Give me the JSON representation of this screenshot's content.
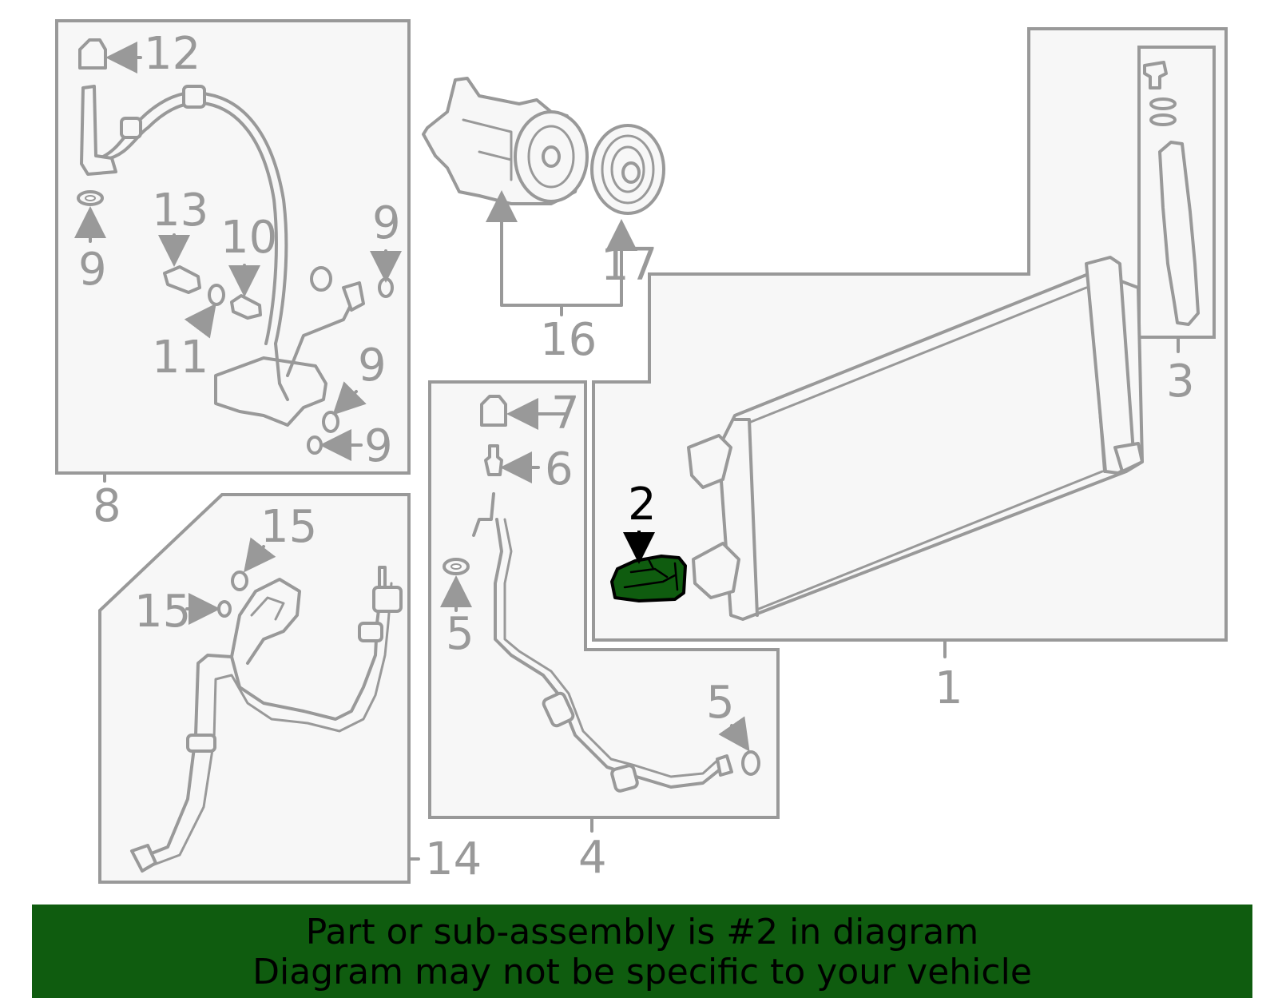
{
  "diagram": {
    "callouts": {
      "c1": "1",
      "c2": "2",
      "c3": "3",
      "c4": "4",
      "c5a": "5",
      "c5b": "5",
      "c6": "6",
      "c7": "7",
      "c8": "8",
      "c9a": "9",
      "c9b": "9",
      "c9c": "9",
      "c9d": "9",
      "c10": "10",
      "c11": "11",
      "c12": "12",
      "c13": "13",
      "c14": "14",
      "c15a": "15",
      "c15b": "15",
      "c16": "16",
      "c17": "17"
    },
    "highlighted_part": "2",
    "highlight_color": "#0f5c0f",
    "line_color": "#999999"
  },
  "banner": {
    "line1": "Part or sub-assembly is #2 in diagram",
    "line2": "Diagram may not be specific to your vehicle",
    "background": "#0f5c0f"
  }
}
